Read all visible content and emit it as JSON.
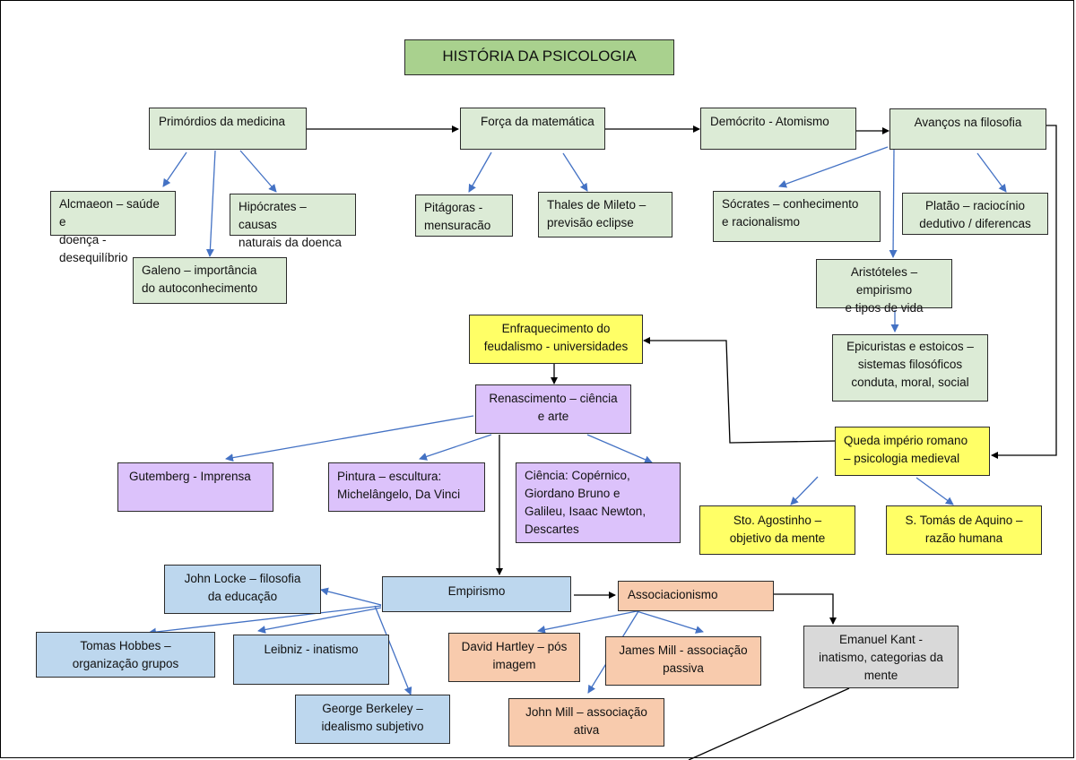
{
  "title": "HISTÓRIA DA PSICOLOGIA",
  "nodes": {
    "primordios": "Primórdios da medicina",
    "alcmaeon": "Alcmaeon – saúde e\ndoença - desequilíbrio",
    "hipocrates": "Hipócrates – causas\nnaturais da doenca",
    "galeno": "Galeno – importância\ndo autoconhecimento",
    "forca_matematica": "Força da matemática",
    "pitagoras": "Pitágoras -\nmensuracão",
    "thales": "Thales de Mileto –\nprevisão eclipse",
    "democrito": "Demócrito - Atomismo",
    "avancos_filosofia": "Avanços na filosofia",
    "socrates": "Sócrates – conhecimento\ne racionalismo",
    "platao": "Platão – raciocínio\ndedutivo / diferencas",
    "aristoteles": "Aristóteles – empirismo\ne tipos de vida",
    "epicuristas": "Epicuristas e estoicos –\nsistemas filosóficos\nconduta, moral, social",
    "enfraquecimento": "Enfraquecimento do\nfeudalismo - universidades",
    "renascimento": "Renascimento – ciência\ne arte",
    "gutemberg": "Gutemberg - Imprensa",
    "pintura": "Pintura – escultura:\nMichelângelo, Da Vinci",
    "ciencia": "Ciência: Copérnico,\nGiordano Bruno e\nGalileu, Isaac Newton,\nDescartes",
    "queda_imperio": "Queda império romano\n– psicologia medieval",
    "agostinho": "Sto. Agostinho –\nobjetivo da mente",
    "tomas_aquino": "S. Tomás de Aquino –\nrazão humana",
    "john_locke": "John Locke – filosofia\nda educação",
    "empirismo": "Empirismo",
    "tomas_hobbes": "Tomas Hobbes –\norganização grupos",
    "leibniz": "Leibniz - inatismo",
    "berkeley": "George Berkeley –\nidealismo subjetivo",
    "associacionismo": "Associacionismo",
    "hartley": "David Hartley – pós\nimagem",
    "james_mill": "James Mill - associação\npassiva",
    "john_mill": "John Mill – associação\nativa",
    "kant": "Emanuel Kant -\ninatismo, categorias da\nmente"
  },
  "colors": {
    "title": "#a9d18e",
    "antiquity": "#dcebd6",
    "medieval": "#ffff66",
    "renaissance": "#dcc2fb",
    "empiricism": "#bdd7ee",
    "associationism": "#f8cbad",
    "kant": "#d9d9d9",
    "blue_link": "#4472c4",
    "black_link": "#000000"
  }
}
